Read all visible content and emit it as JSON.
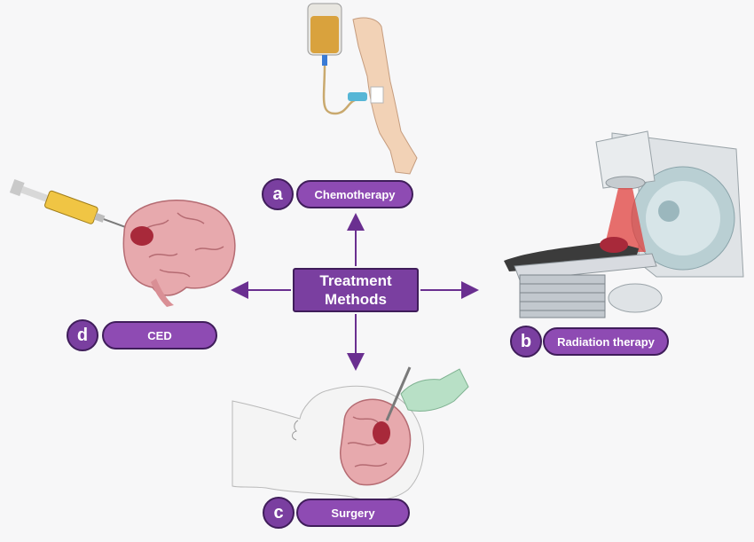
{
  "center": {
    "line1": "Treatment",
    "line2": "Methods"
  },
  "methods": [
    {
      "letter": "a",
      "label": "Chemotherapy",
      "icon": "iv-drip-arm-icon"
    },
    {
      "letter": "b",
      "label": "Radiation therapy",
      "icon": "radiotherapy-machine-icon"
    },
    {
      "letter": "c",
      "label": "Surgery",
      "icon": "brain-surgery-head-icon"
    },
    {
      "letter": "d",
      "label": "CED",
      "icon": "syringe-brain-icon"
    }
  ],
  "colors": {
    "purple": "#7a3fa0",
    "pill": "#8e4bb3",
    "outline": "#3f1d5a",
    "brain": "#e7a9ad",
    "tumor": "#a8293a",
    "beam": "#e0403e"
  }
}
